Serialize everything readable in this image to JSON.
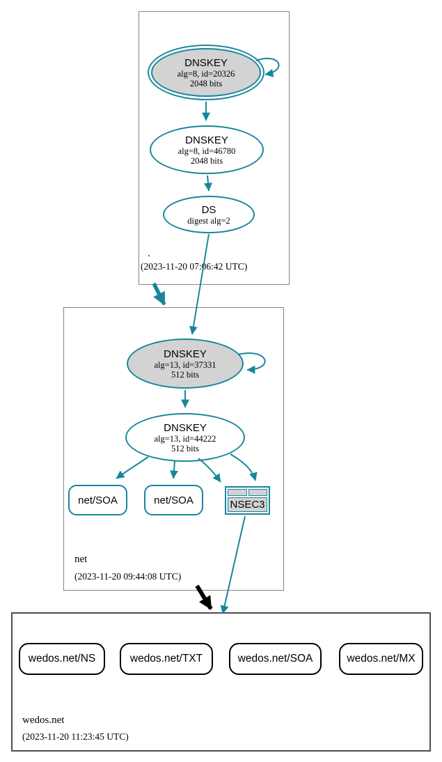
{
  "colors": {
    "secure_teal": "#17869c",
    "node_fill_gray": "#d3d3d3",
    "zone_box_border": "#848484",
    "target_zone_box_border": "#4d4d4d",
    "insecure_black": "#000000"
  },
  "root_zone": {
    "label": ".",
    "timestamp": "(2023-11-20 07:06:42 UTC)",
    "ksk": {
      "title": "DNSKEY",
      "detail1": "alg=8, id=20326",
      "detail2": "2048 bits"
    },
    "zsk": {
      "title": "DNSKEY",
      "detail1": "alg=8, id=46780",
      "detail2": "2048 bits"
    },
    "ds": {
      "title": "DS",
      "detail1": "digest alg=2"
    }
  },
  "net_zone": {
    "label": "net",
    "timestamp": "(2023-11-20 09:44:08 UTC)",
    "ksk": {
      "title": "DNSKEY",
      "detail1": "alg=13, id=37331",
      "detail2": "512 bits"
    },
    "zsk": {
      "title": "DNSKEY",
      "detail1": "alg=13, id=44222",
      "detail2": "512 bits"
    },
    "soa_left": "net/SOA",
    "soa_right": "net/SOA",
    "nsec3_label": "NSEC3"
  },
  "wedos_zone": {
    "label": "wedos.net",
    "timestamp": "(2023-11-20 11:23:45 UTC)",
    "rrsets": [
      {
        "label": "wedos.net/NS"
      },
      {
        "label": "wedos.net/TXT"
      },
      {
        "label": "wedos.net/SOA"
      },
      {
        "label": "wedos.net/MX"
      }
    ]
  }
}
